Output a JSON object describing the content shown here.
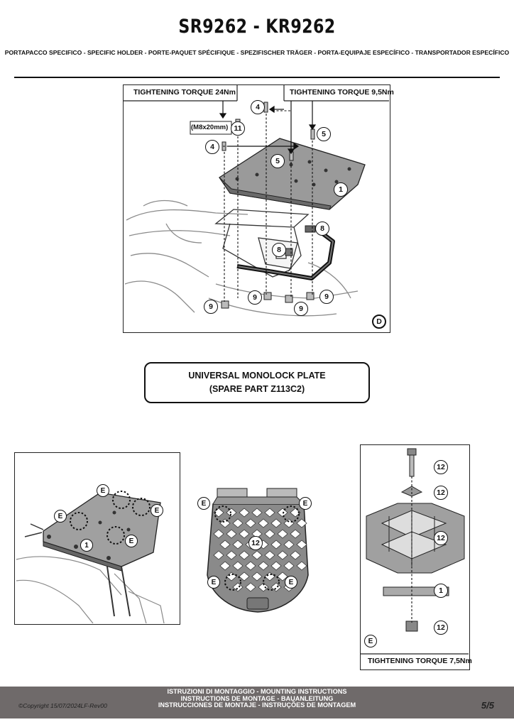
{
  "header": {
    "title": "SR9262 - KR9262",
    "subtitle": "PORTAPACCO SPECIFICO - SPECIFIC HOLDER - PORTE-PAQUET SPÉCIFIQUE - SPEZIFISCHER TRÄGER - PORTA-EQUIPAJE ESPECÍFICO - TRANSPORTADOR ESPECÍFICO"
  },
  "assembly": {
    "torque_left": "TIGHTENING TORQUE 24Nm",
    "torque_right": "TIGHTENING TORQUE 9,5Nm",
    "bolt_size": "(M8x20mm)",
    "view_letter": "D",
    "callouts": {
      "c4a": "4",
      "c11": "11",
      "c4b": "4",
      "c5a": "5",
      "c5b": "5",
      "c1": "1",
      "c8a": "8",
      "c8b": "8",
      "c9a": "9",
      "c9b": "9",
      "c9c": "9",
      "c9d": "9"
    }
  },
  "plate_notice": {
    "line1": "UNIVERSAL MONOLOCK PLATE",
    "line2": "(SPARE PART Z113C2)"
  },
  "left_view": {
    "e1": "E",
    "e2": "E",
    "e3": "E",
    "e4": "E",
    "c1": "1"
  },
  "middle_view": {
    "e1": "E",
    "e2": "E",
    "e3": "E",
    "e4": "E",
    "c12": "12"
  },
  "right_view": {
    "c12a": "12",
    "c12b": "12",
    "c12c": "12",
    "c1": "1",
    "c12d": "12",
    "letter": "E",
    "torque": "TIGHTENING TORQUE 7,5Nm"
  },
  "footer": {
    "line1": "ISTRUZIONI DI MONTAGGIO  -  MOUNTING INSTRUCTIONS",
    "line2": "INSTRUCTIONS DE MONTAGE - BAUANLEITUNG",
    "line3": "INSTRUCCIONES DE MONTAJE - INSTRUÇÕES DE MONTAGEM",
    "copyright": "©Copyright 15/07/2024LF-Rev00",
    "page": "5/5"
  }
}
